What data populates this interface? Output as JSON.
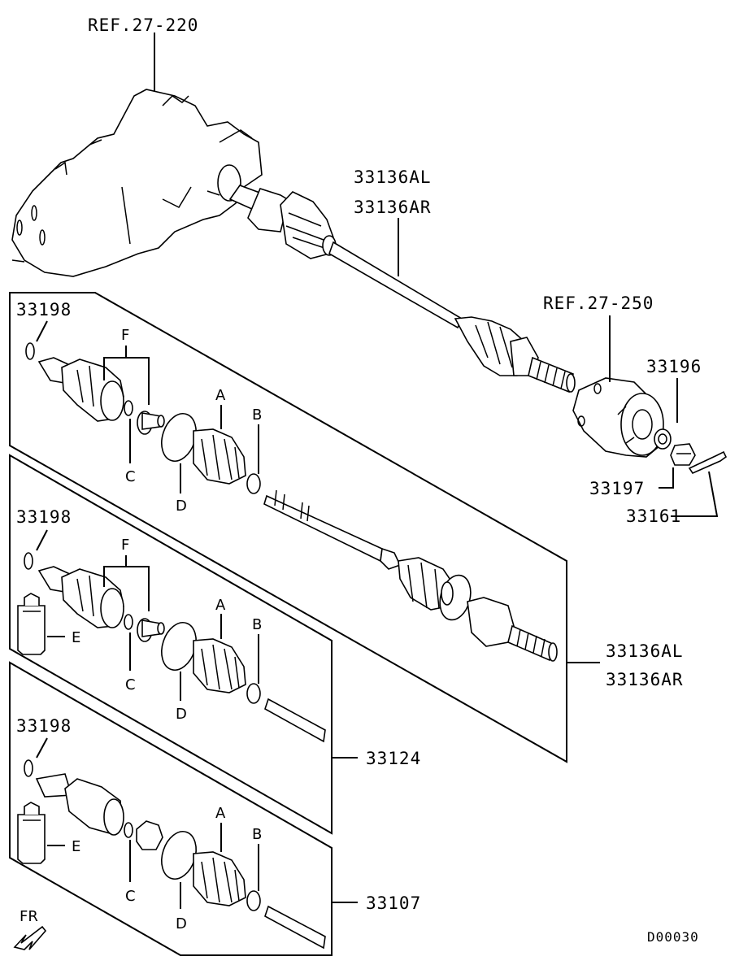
{
  "diagram": {
    "labels": {
      "ref_27_220": "REF.27-220",
      "ref_27_250": "REF.27-250",
      "shaft_al_top": "33136AL",
      "shaft_ar_top": "33136AR",
      "p33196": "33196",
      "p33197": "33197",
      "p33161": "33161",
      "circlip_1": "33198",
      "circlip_2": "33198",
      "circlip_3": "33198",
      "shaft_al_mid": "33136AL",
      "shaft_ar_mid": "33136AR",
      "p33124": "33124",
      "p33107": "33107",
      "fr": "FR",
      "diagram_code": "D00030"
    },
    "letters": {
      "f1": "F",
      "c1": "C",
      "a1": "A",
      "b1": "B",
      "d1": "D",
      "f2": "F",
      "c2": "C",
      "a2": "A",
      "b2": "B",
      "d2": "D",
      "e2": "E",
      "c3": "C",
      "a3": "A",
      "b3": "B",
      "d3": "D",
      "e3": "E"
    }
  }
}
